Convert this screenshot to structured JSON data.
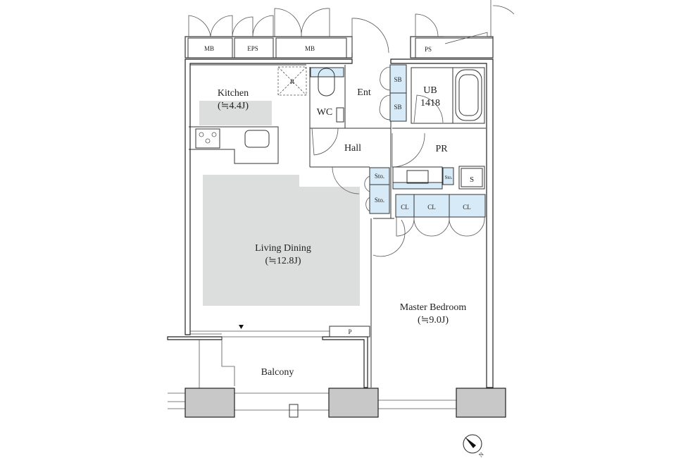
{
  "rooms": {
    "kitchen": {
      "name": "Kitchen",
      "area": "(≒4.4J)"
    },
    "living_dining": {
      "name": "Living Dining",
      "area": "(≒12.8J)"
    },
    "master_bedroom": {
      "name": "Master Bedroom",
      "area": "(≒9.0J)"
    },
    "wc": "WC",
    "ent": "Ent",
    "ub": {
      "name": "UB",
      "size": "1418"
    },
    "hall": "Hall",
    "pr": "PR",
    "balcony": "Balcony"
  },
  "storage": {
    "mb1": "MB",
    "eps": "EPS",
    "mb2": "MB",
    "ps": "PS",
    "sb1": "SB",
    "sb2": "SB",
    "sto1": "Sto.",
    "sto2": "Sto.",
    "sto3": "Sto.",
    "s": "S",
    "r": "R",
    "p": "P",
    "cl1": "CL",
    "cl2": "CL",
    "cl3": "CL"
  },
  "compass": {
    "label": "N"
  },
  "colors": {
    "storage_fill": "#d6ebf7",
    "area_fill": "#dcdddd",
    "pillar": "#c8c8c8"
  }
}
